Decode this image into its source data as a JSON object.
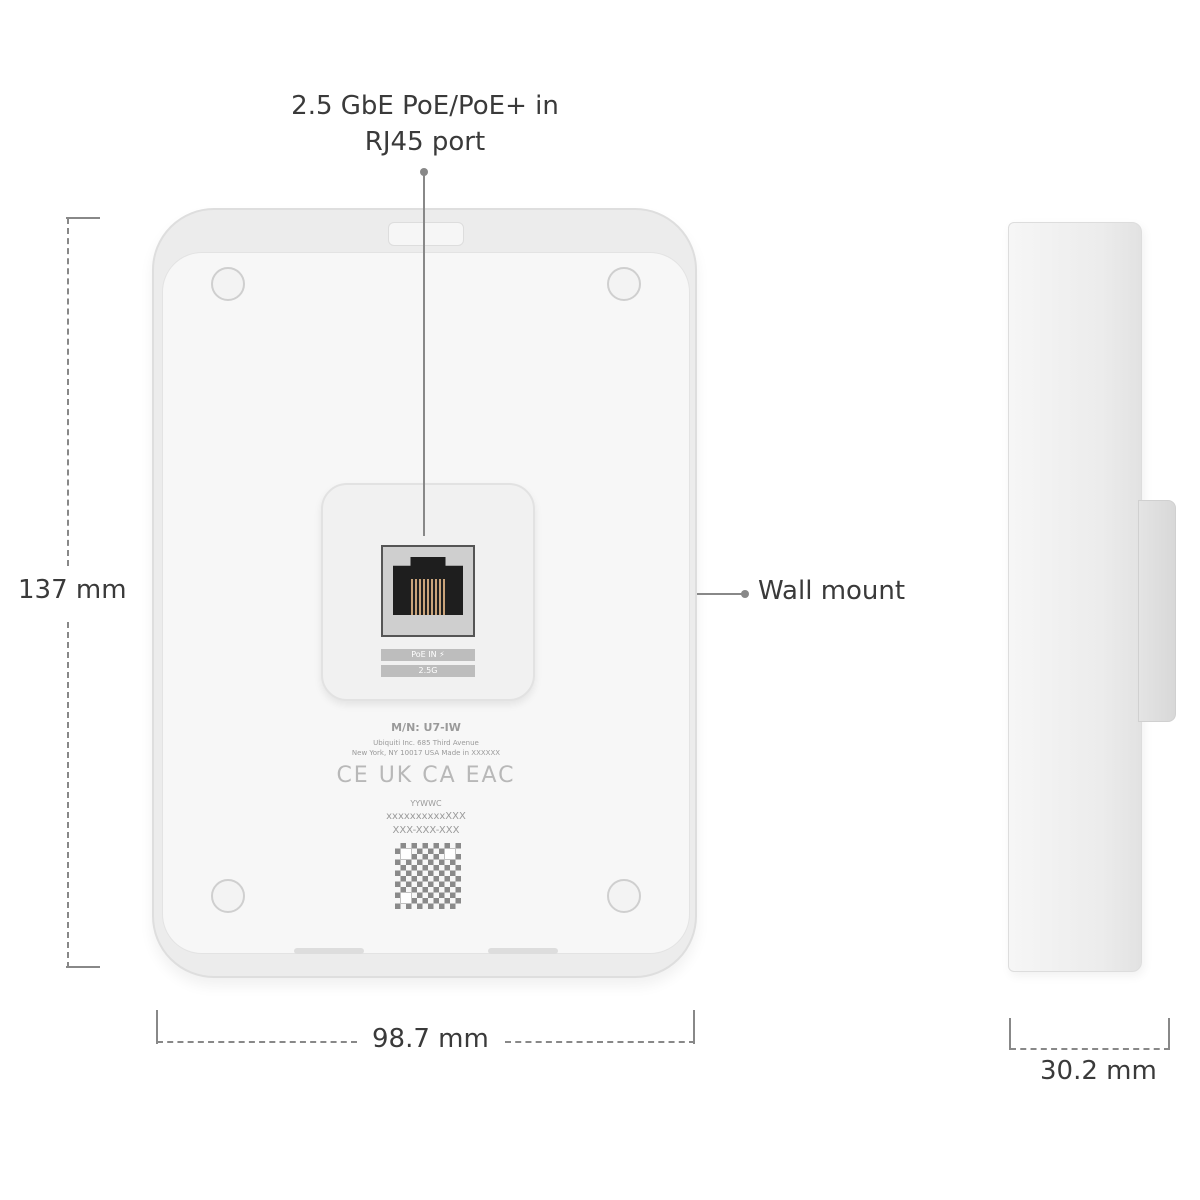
{
  "callouts": {
    "port": "2.5 GbE PoE/PoE+ in RJ45 port",
    "port_line1": "2.5 GbE PoE/PoE+ in",
    "port_line2": "RJ45 port",
    "wall_mount": "Wall mount"
  },
  "dimensions": {
    "height": "137 mm",
    "width": "98.7 mm",
    "depth": "30.2 mm"
  },
  "device_label": {
    "port_label": "PoE IN ⚡",
    "speed_label": "2.5G",
    "model": "M/N: U7-IW",
    "address_line1": "Ubiquiti Inc. 685 Third Avenue",
    "address_line2": "New York, NY 10017 USA    Made in XXXXXX",
    "certifications": "CE UK CA EAC",
    "date_code": "YYWWC",
    "serial": "xxxxxxxxxxXXX",
    "code": "XXX-XXX-XXX"
  },
  "colors": {
    "body": "#f2f2f2",
    "plate": "#f7f7f7",
    "dimension_line": "#888888"
  }
}
